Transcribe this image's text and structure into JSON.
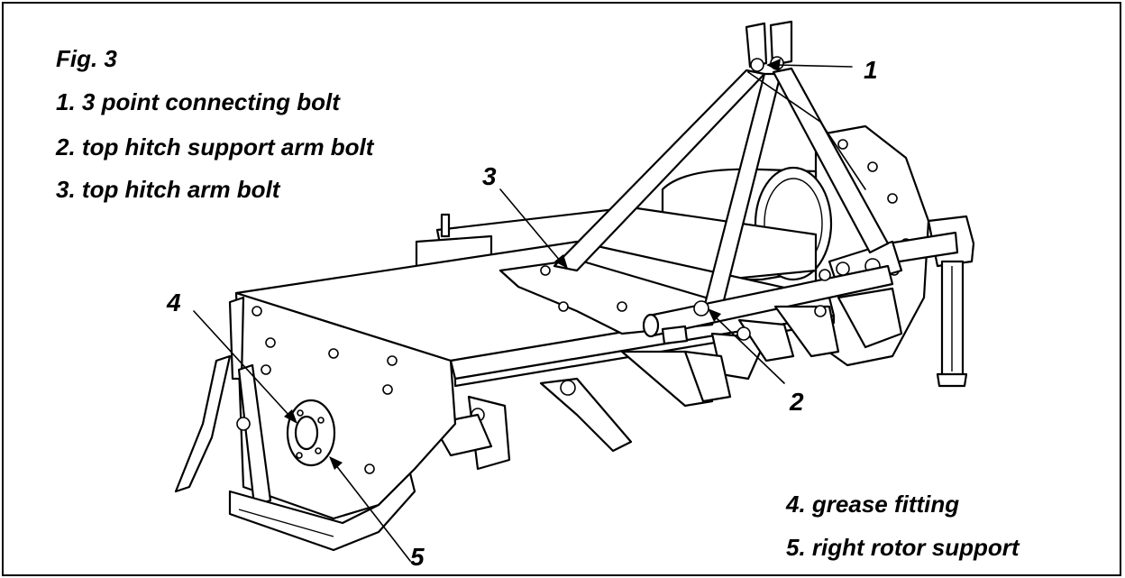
{
  "figure": {
    "title": "Fig. 3",
    "legend_top": [
      "1. 3 point connecting bolt",
      "2. top hitch support arm bolt",
      "3. top hitch arm bolt"
    ],
    "legend_bottom": [
      "4. grease fitting",
      "5. right rotor support"
    ],
    "callouts": [
      "1",
      "2",
      "3",
      "4",
      "5"
    ]
  }
}
